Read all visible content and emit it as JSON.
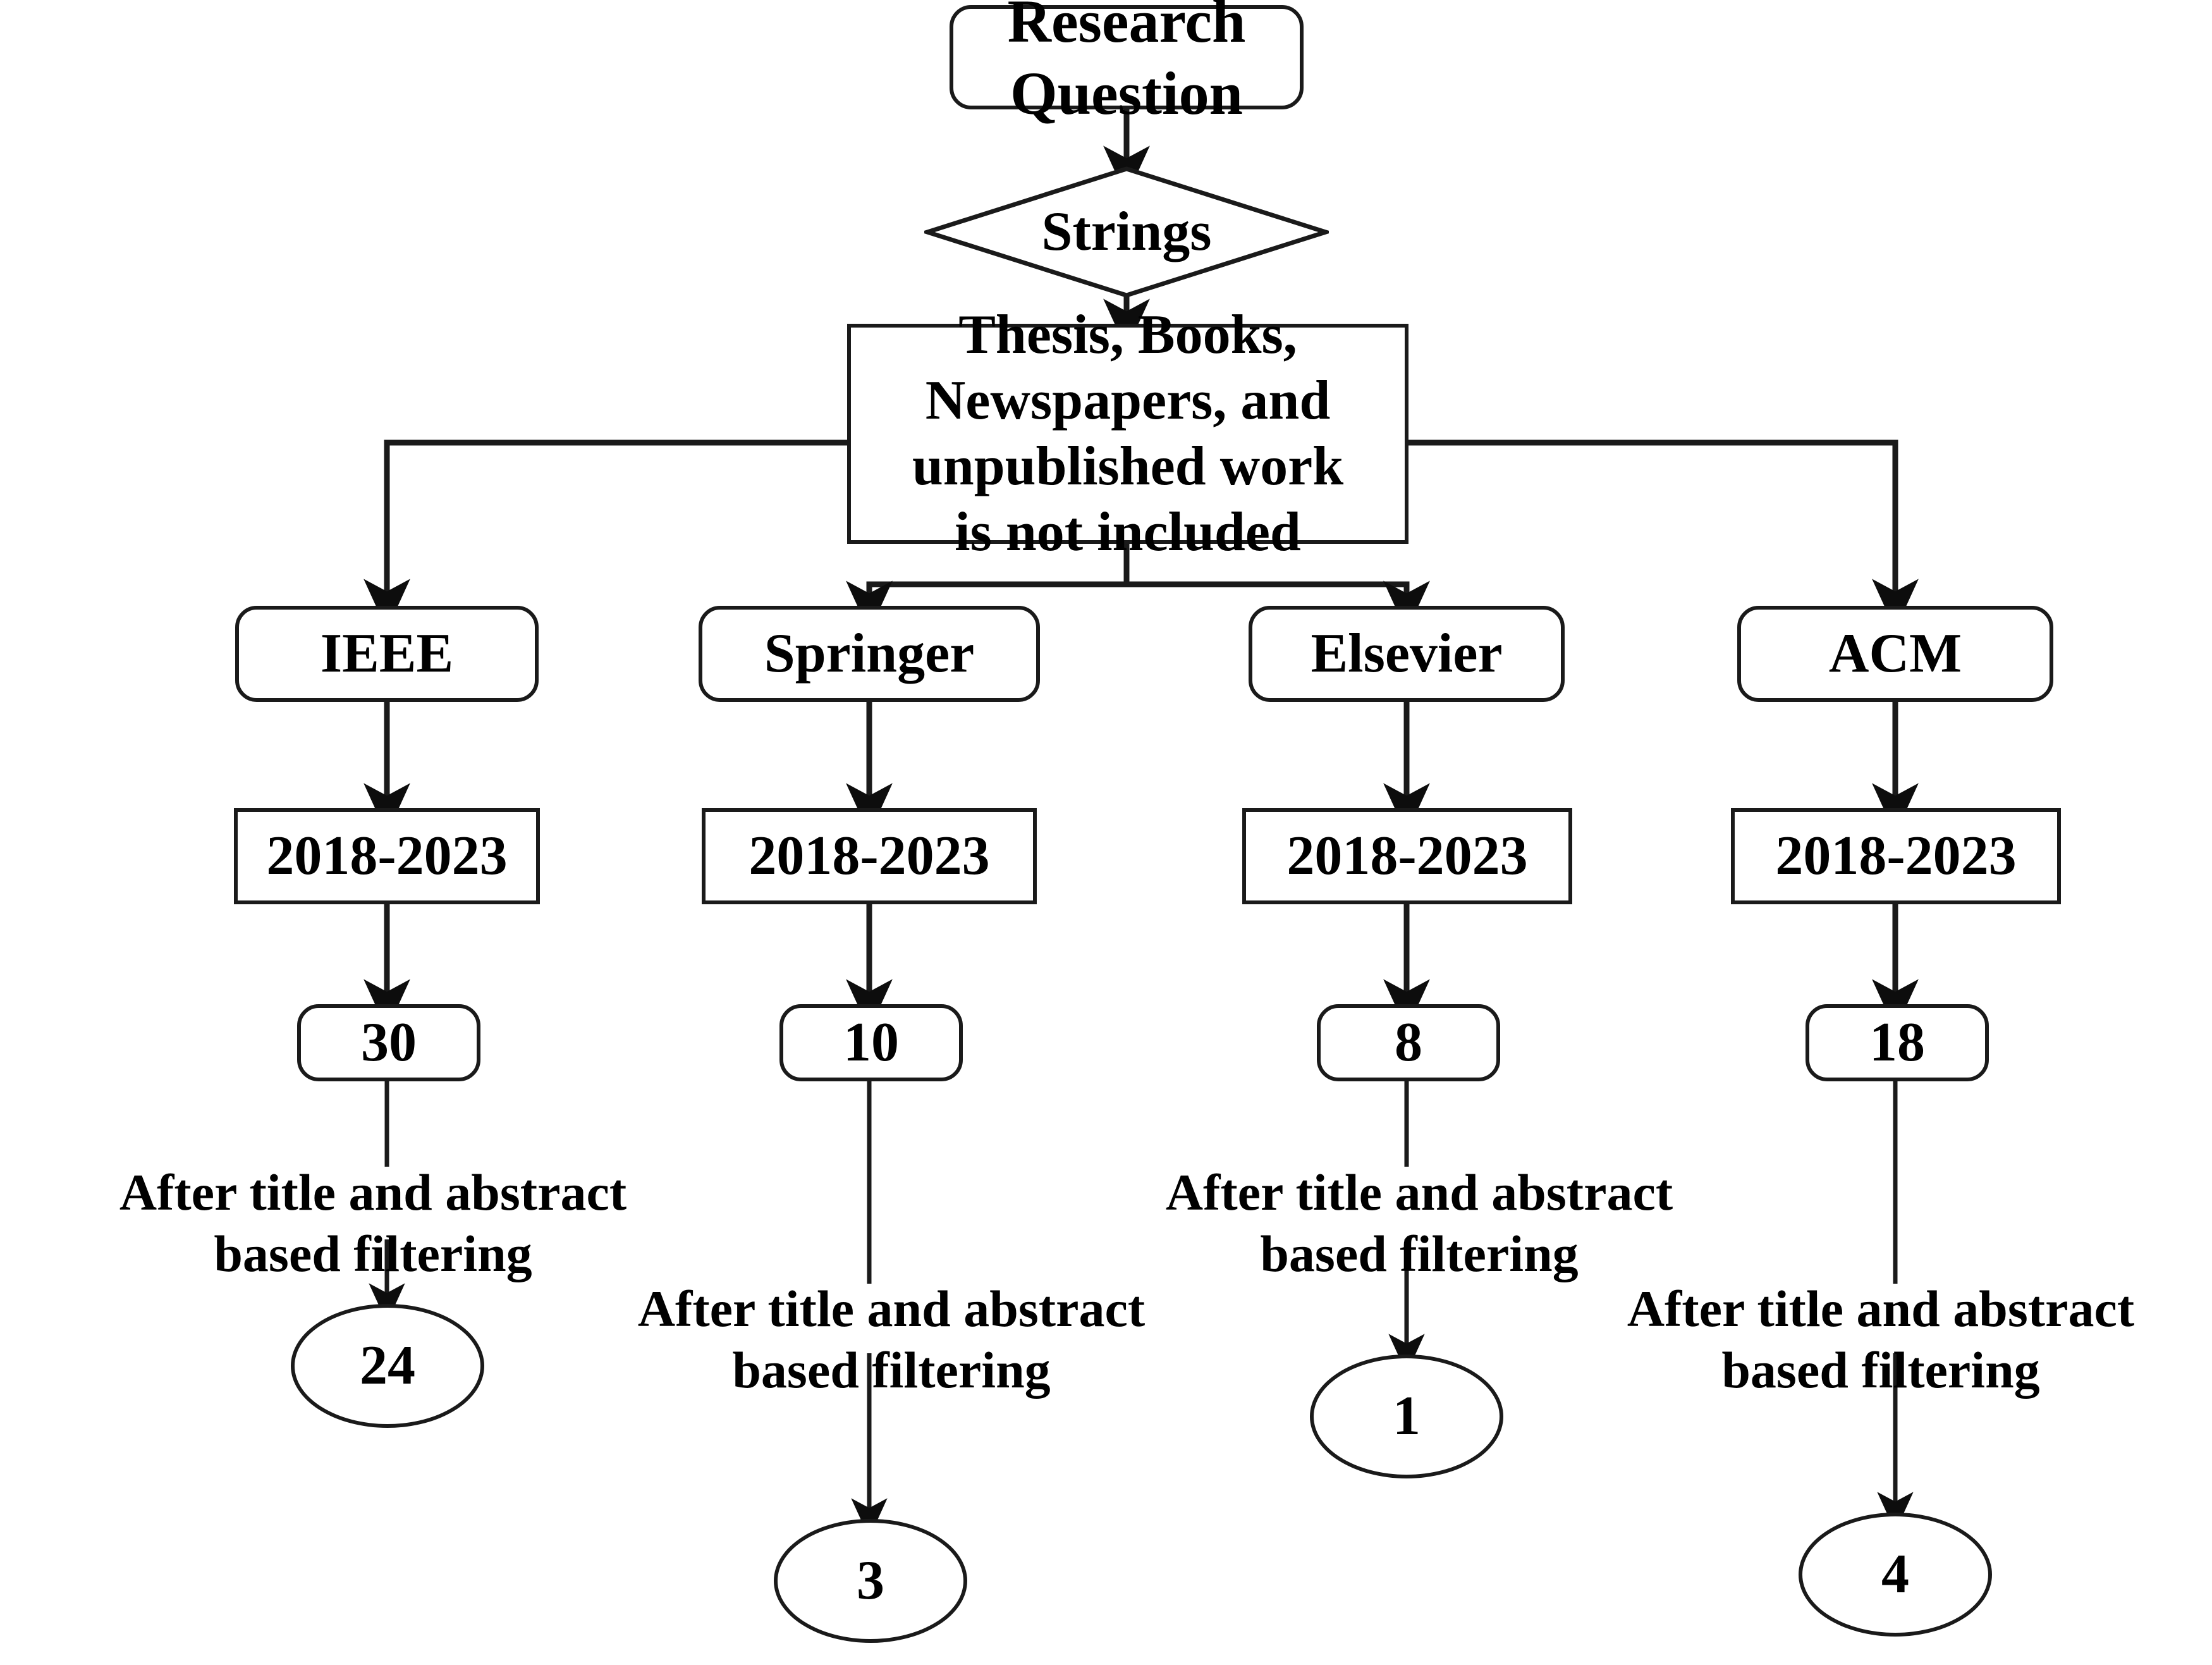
{
  "diagram": {
    "title": "Study selection flowchart",
    "nodes": {
      "research_question": "Research\nQuestion",
      "strings": "Strings",
      "exclusion": "Thesis, Books,\nNewspapers, and\nunpublished work\nis not included"
    },
    "filter_caption": "After title and abstract\nbased  filtering",
    "branches": [
      {
        "database": "IEEE",
        "years": "2018-2023",
        "retrieved": "30",
        "filter_label": "After title and abstract\nbased  filtering",
        "included": "24"
      },
      {
        "database": "Springer",
        "years": "2018-2023",
        "retrieved": "10",
        "filter_label": "After title and abstract\nbased  filtering",
        "included": "3"
      },
      {
        "database": "Elsevier",
        "years": "2018-2023",
        "retrieved": "8",
        "filter_label": "After title and abstract\nbased  filtering",
        "included": "1"
      },
      {
        "database": "ACM",
        "years": "2018-2023",
        "retrieved": "18",
        "filter_label": "After title and abstract\nbased  filtering",
        "included": "4"
      }
    ],
    "colors": {
      "stroke": "#1a1a1a",
      "text": "#000000",
      "background": "#ffffff"
    }
  }
}
